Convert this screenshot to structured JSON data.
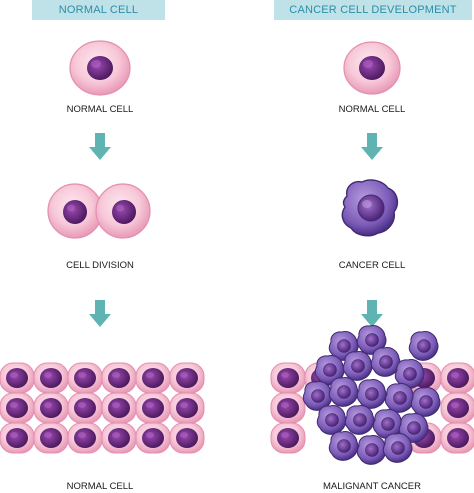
{
  "headers": {
    "left": "NORMAL CELL",
    "right": "CANCER CELL DEVELOPMENT"
  },
  "left_column": {
    "stage1_label": "NORMAL CELL",
    "stage2_label": "CELL DIVISION",
    "stage3_label": "NORMAL CELL"
  },
  "right_column": {
    "stage1_label": "NORMAL CELL",
    "stage2_label": "CANCER CELL",
    "stage3_label": "MALIGNANT CANCER"
  },
  "colors": {
    "header_bg": "#bfe2e8",
    "header_text": "#2a8ea8",
    "arrow": "#5fb3b3",
    "normal_cell_outer": "#f7c9d9",
    "normal_cell_nucleus": "#6b2a7a",
    "cancer_cell_outer": "#8a6bbf",
    "cancer_cell_nucleus": "#5a3a8a"
  }
}
